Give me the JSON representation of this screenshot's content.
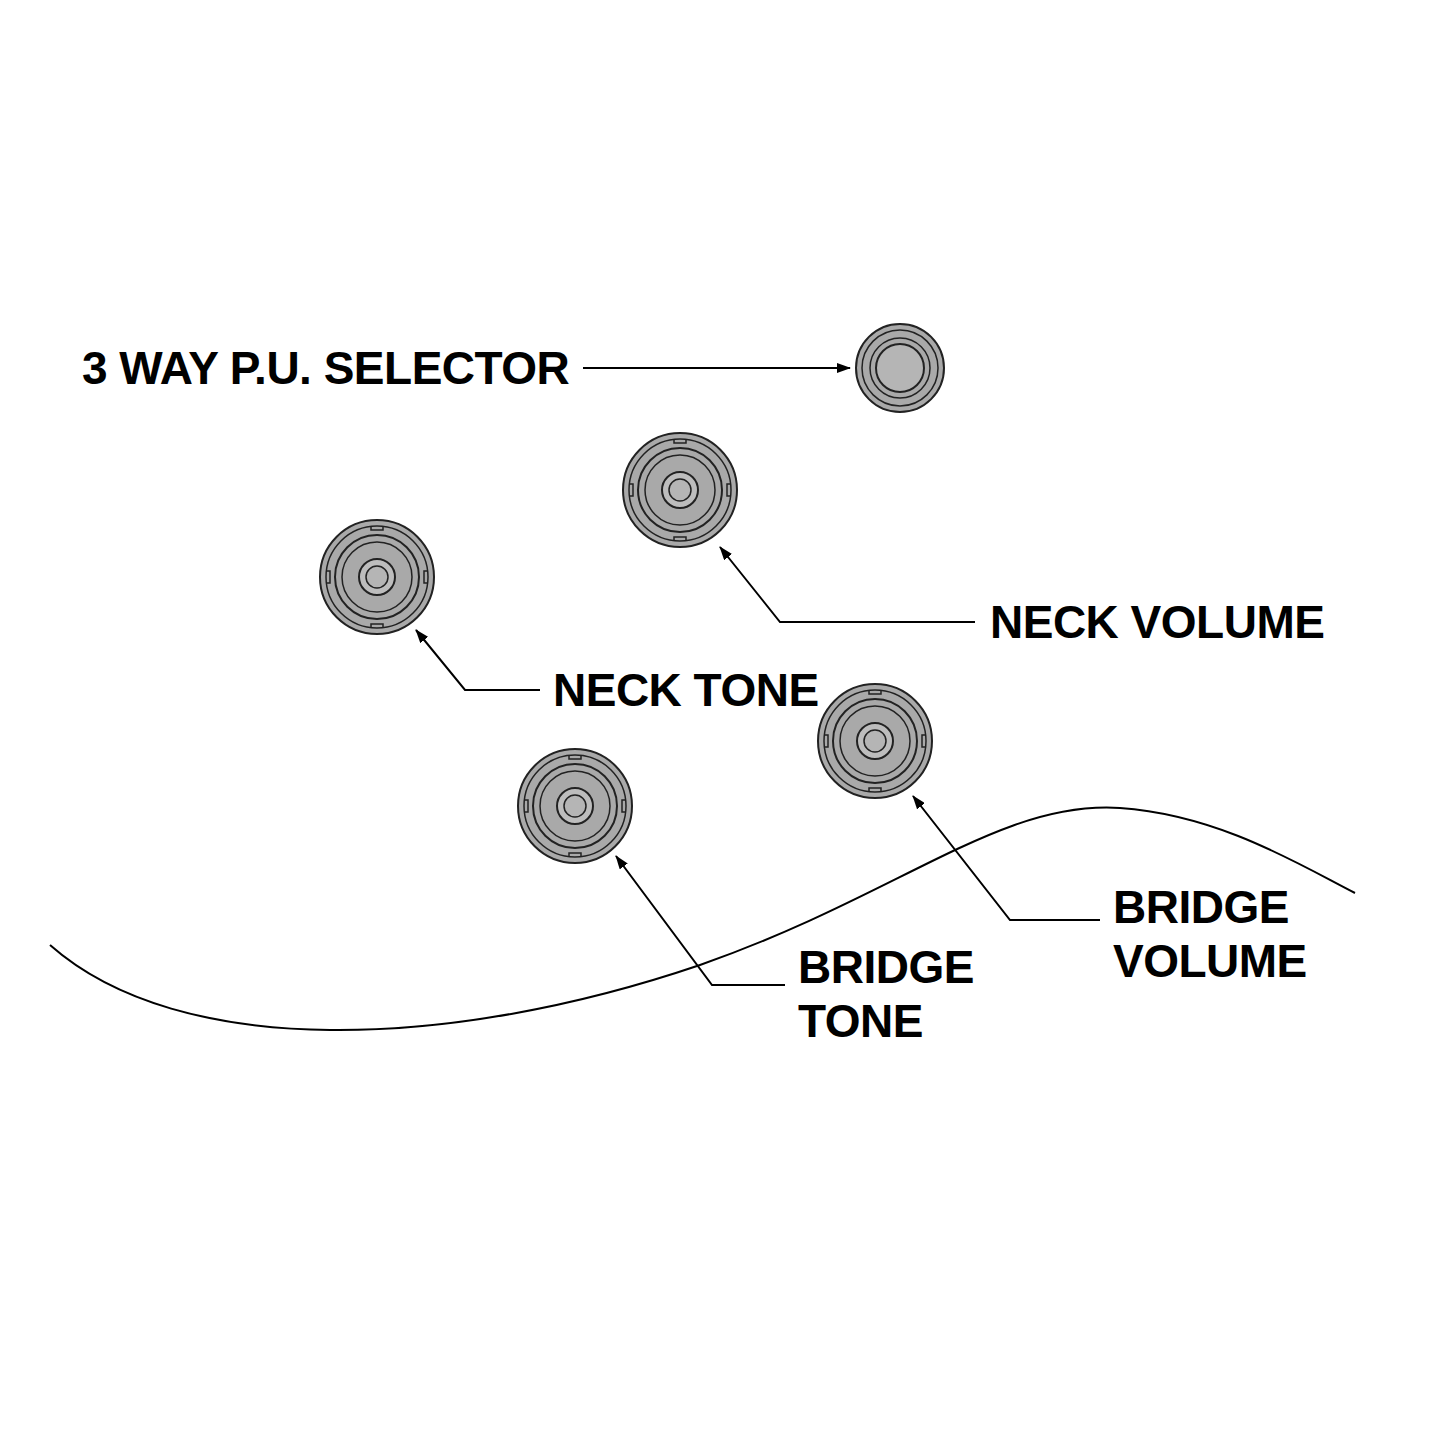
{
  "diagram": {
    "labels": [
      "3 WAY P.U. SELECTOR",
      "NECK VOLUME",
      "NECK TONE",
      "BRIDGE VOLUME",
      "BRIDGE TONE"
    ]
  }
}
